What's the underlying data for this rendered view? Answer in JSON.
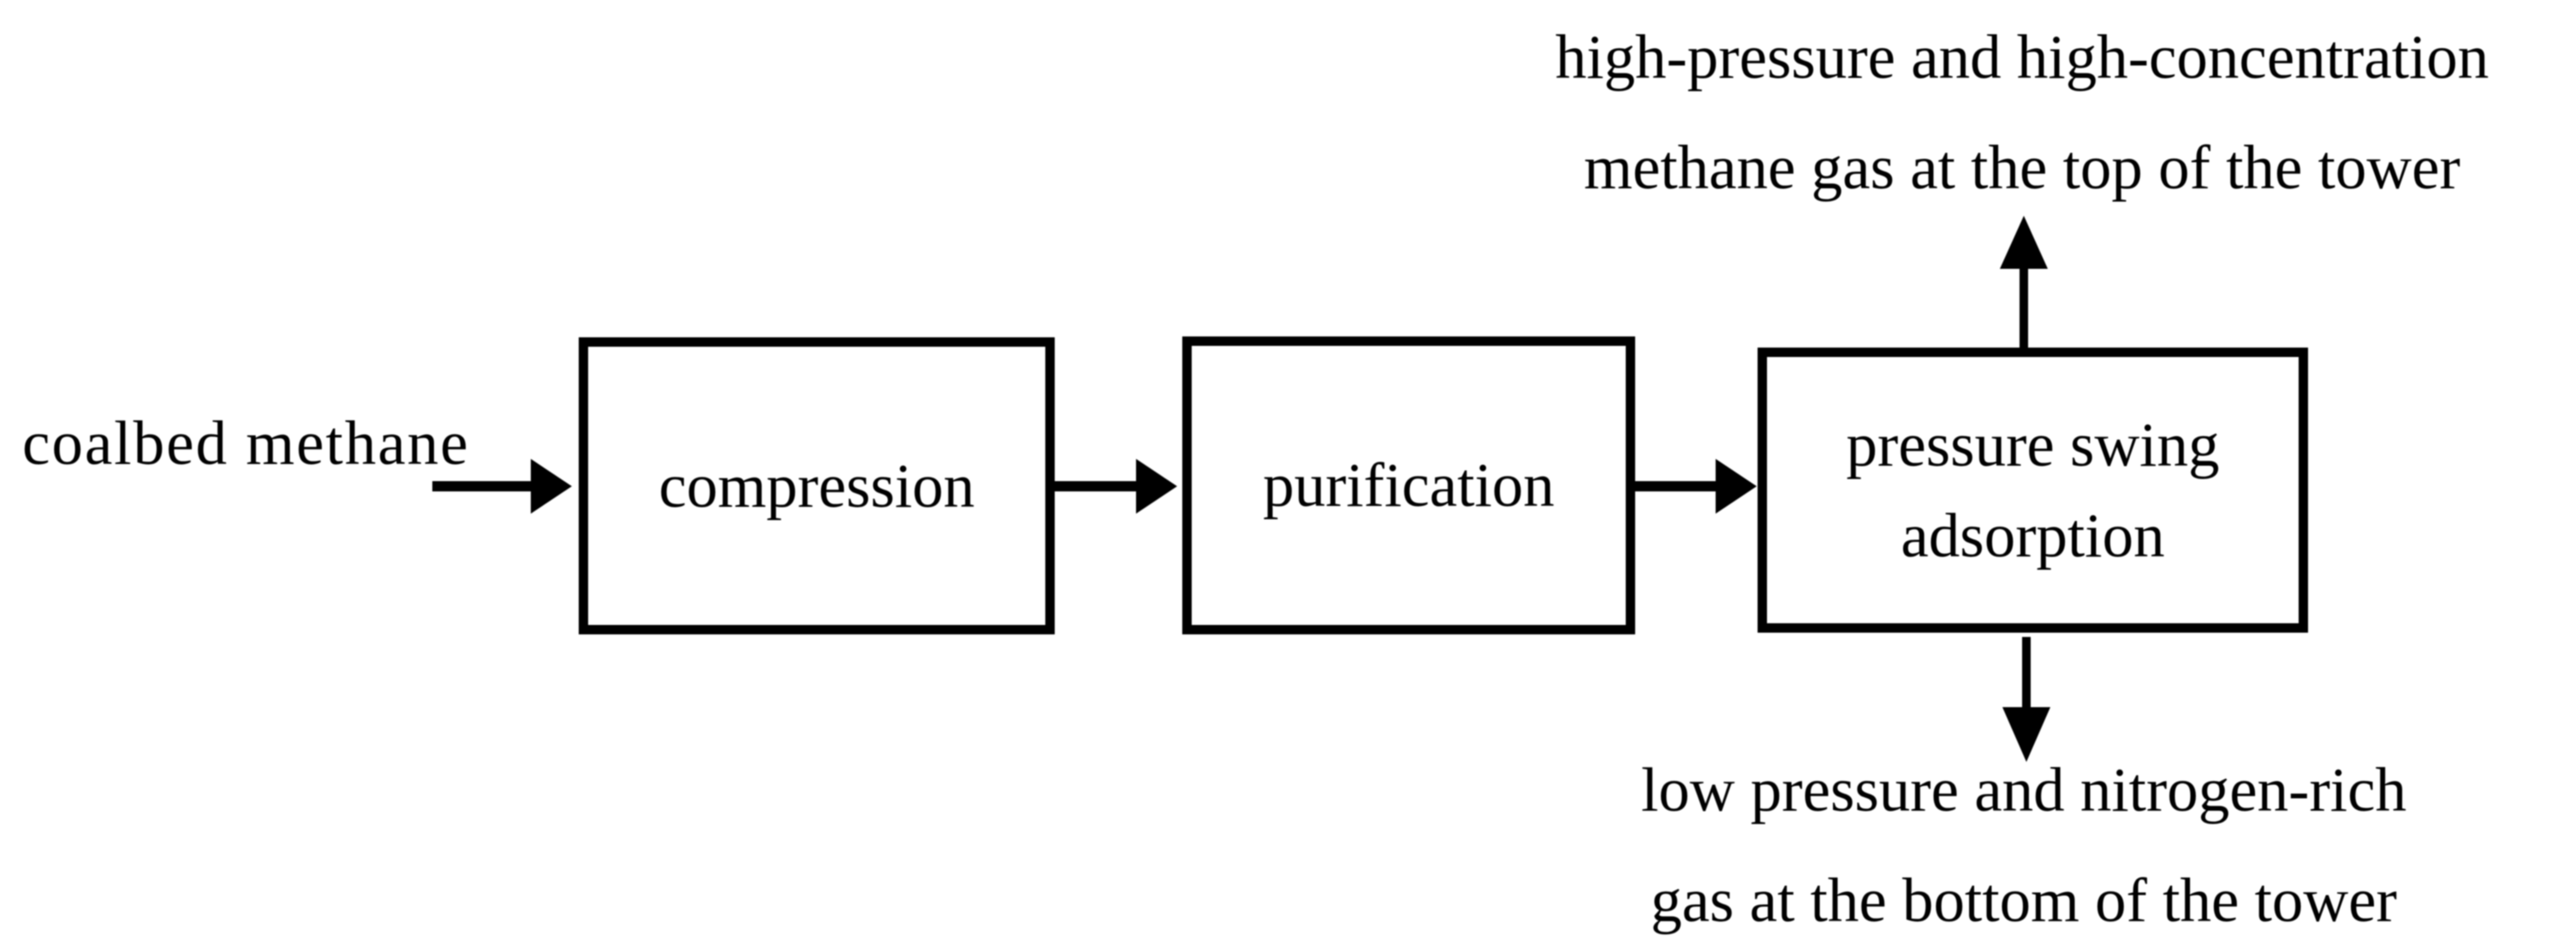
{
  "colors": {
    "ink": "#000000",
    "background": "#ffffff"
  },
  "flowchart": {
    "input_label": "coalbed methane",
    "steps": [
      {
        "label": "compression"
      },
      {
        "label": "purification"
      },
      {
        "label": "pressure swing adsorption"
      }
    ],
    "outputs": {
      "top": {
        "lines": [
          "high-pressure and high-concentration",
          "methane gas at the top of the tower"
        ]
      },
      "bottom": {
        "lines": [
          "low pressure and nitrogen-rich",
          "gas at the bottom of the tower"
        ]
      }
    }
  }
}
